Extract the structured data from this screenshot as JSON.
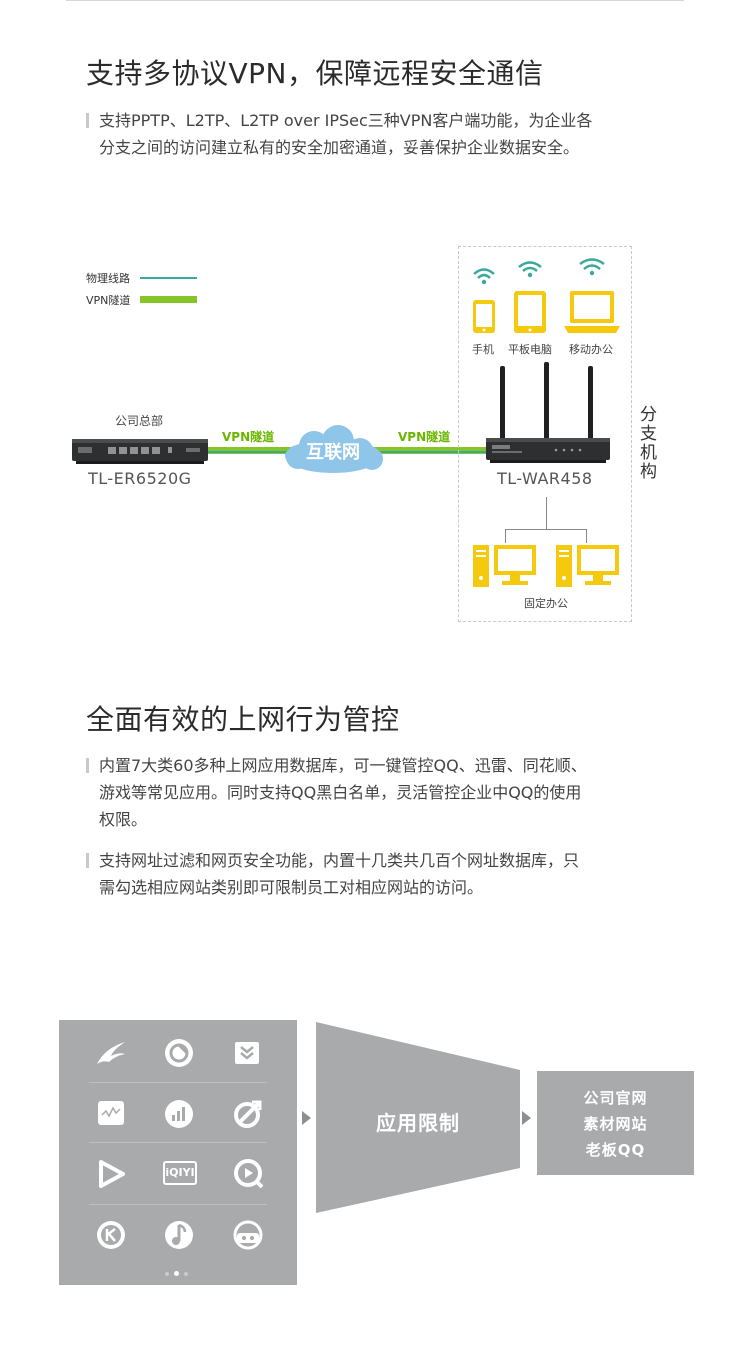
{
  "section1": {
    "title": "支持多协议VPN，保障远程安全通信",
    "paragraph": [
      "支持PPTP、L2TP、L2TP over IPSec三种VPN客户端功能，为企业各",
      "分支之间的访问建立私有的安全加密通道，妥善保护企业数据安全。"
    ]
  },
  "diagram": {
    "legend_physical": "物理线路",
    "legend_vpn": "VPN隧道",
    "hq_label": "公司总部",
    "hq_model": "TL-ER6520G",
    "tunnel_left": "VPN隧道",
    "tunnel_right": "VPN隧道",
    "internet": "互联网",
    "branch_model": "TL-WAR458",
    "branch_label": "分支机构",
    "phone": "手机",
    "tablet": "平板电脑",
    "laptop": "移动办公",
    "fixed_office": "固定办公",
    "colors": {
      "physical_line": "#3aa89c",
      "vpn_line": "#86c428",
      "device_yellow": "#f5c90e",
      "cloud": "#8fc5e8"
    }
  },
  "section2": {
    "title": "全面有效的上网行为管控",
    "paragraph1": [
      "内置7大类60多种上网应用数据库，可一键管控QQ、迅雷、同花顺、",
      "游戏等常见应用。同时支持QQ黑白名单，灵活管控企业中QQ的使用",
      "权限。"
    ],
    "paragraph2": [
      "支持网址过滤和网页安全功能，内置十几类共几百个网址数据库，只",
      "需勾选相应网站类别即可限制员工对相应网站的访问。"
    ]
  },
  "app_control": {
    "icons": [
      "thunder-icon",
      "browser-icon",
      "download-icon",
      "music-icon",
      "stock-icon",
      "app-icon",
      "video-icon",
      "iqiyi-icon",
      "qqvideo-icon",
      "kugou-icon",
      "netease-music-icon",
      "baidu-music-icon"
    ],
    "iqiyi_text": "iQIYI",
    "funnel_label": "应用限制",
    "result": [
      "公司官网",
      "素材网站",
      "老板QQ"
    ]
  }
}
